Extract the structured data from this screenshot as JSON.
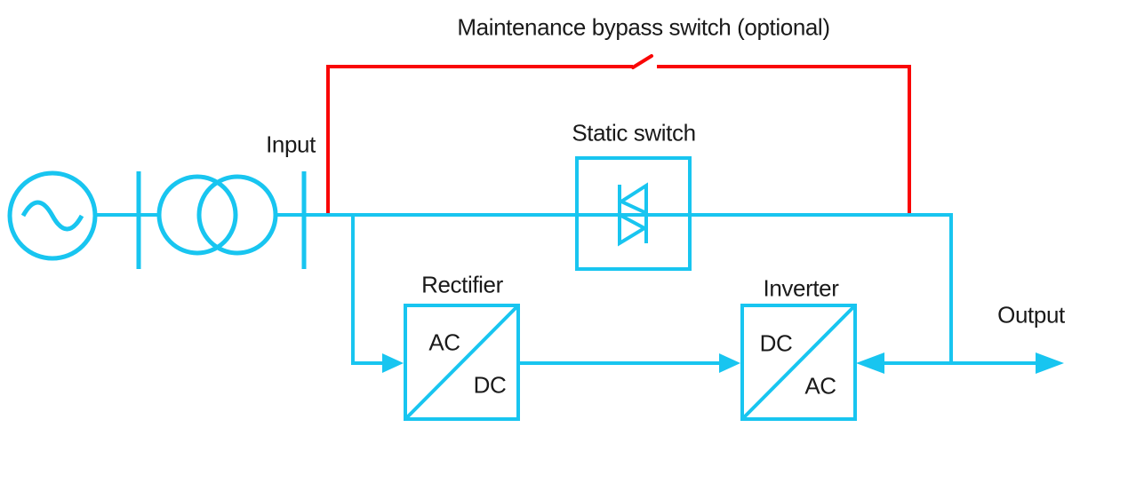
{
  "diagram": {
    "labels": {
      "maintenance_bypass": "Maintenance bypass switch (optional)",
      "input": "Input",
      "static_switch": "Static switch",
      "rectifier": "Rectifier",
      "inverter": "Inverter",
      "output": "Output",
      "rectifier_in": "AC",
      "rectifier_out": "DC",
      "inverter_in": "DC",
      "inverter_out": "AC"
    },
    "colors": {
      "line": "#18C5F0",
      "bypass_line": "#F90606",
      "text": "#1a1a1a",
      "background": "#ffffff"
    },
    "icons": {
      "ac_source": "circle-with-sine-wave",
      "transformer": "two-overlapping-circles",
      "breaker": "vertical-bar",
      "static_switch": "antiparallel-thyristors",
      "bypass_switch": "open-knife-switch",
      "converter": "box-with-diagonal"
    }
  }
}
